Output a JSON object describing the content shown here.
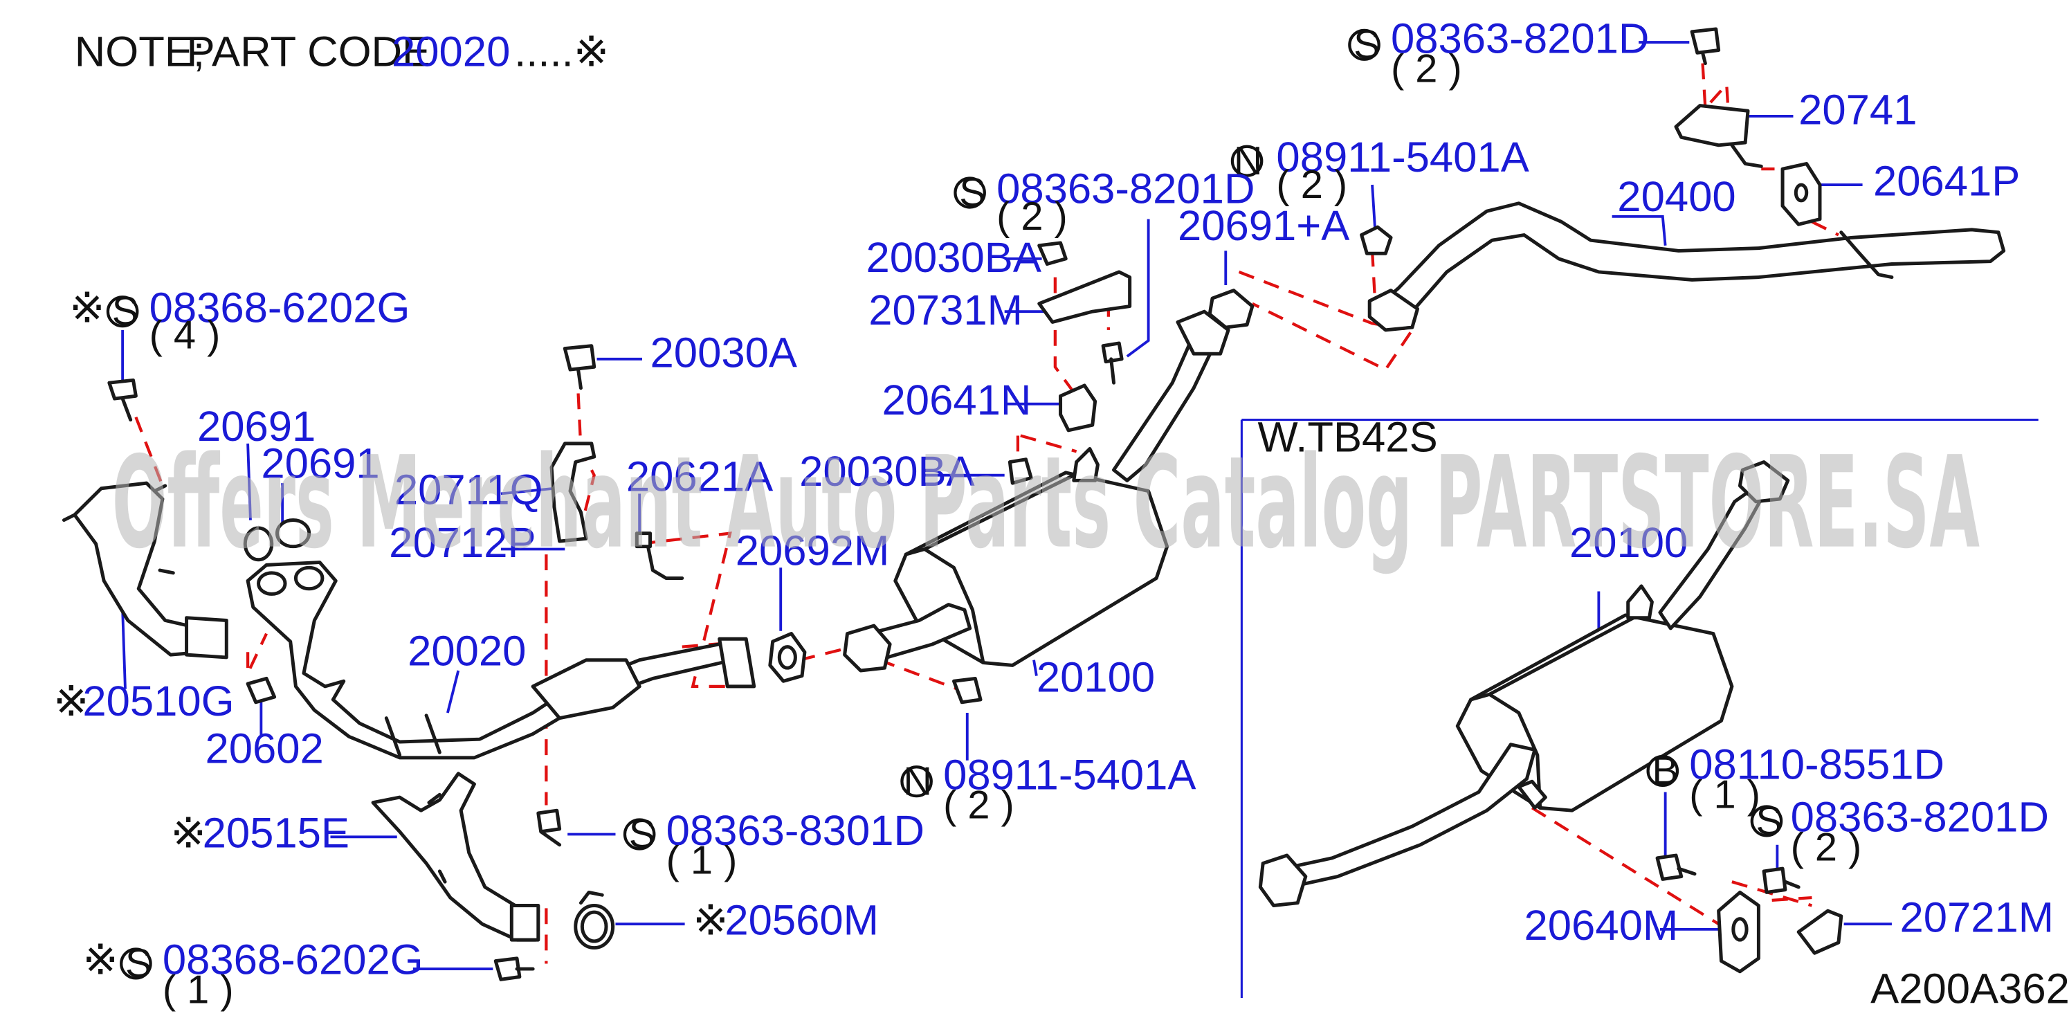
{
  "note": {
    "prefix": "NOTE;",
    "label": "PART  CODE",
    "code": "20020",
    "suffix": ".....※"
  },
  "diagram_code": "A200A362",
  "section_label": "W.TB42S",
  "watermark": "Offers Merchant Auto Parts Catalog PARTSTORE.SA",
  "colors": {
    "label": "#1a1ad6",
    "dashed": "#e01010",
    "line": "#1a1a1a"
  },
  "callouts": {
    "s_08363_8201D_top": {
      "prefix": "S",
      "part": "08363-8201D",
      "qty": "( 2 )"
    },
    "p_20741": {
      "part": "20741"
    },
    "n_08911_5401A_top": {
      "prefix": "N",
      "part": "08911-5401A",
      "qty": "( 2 )"
    },
    "p_20400": {
      "part": "20400"
    },
    "p_20641P": {
      "part": "20641P"
    },
    "s_08363_8201D_mid": {
      "prefix": "S",
      "part": "08363-8201D",
      "qty": "( 2 )"
    },
    "p_20691A": {
      "part": "20691+A"
    },
    "p_20030BA_1": {
      "part": "20030BA"
    },
    "p_20731M": {
      "part": "20731M"
    },
    "p_20641N": {
      "part": "20641N"
    },
    "p_20030BA_2": {
      "part": "20030BA"
    },
    "s_08368_6202G_top": {
      "star": "※",
      "prefix": "S",
      "part": "08368-6202G",
      "qty": "( 4 )"
    },
    "p_20030A": {
      "part": "20030A"
    },
    "p_20691_1": {
      "part": "20691"
    },
    "p_20691_2": {
      "part": "20691"
    },
    "p_20711Q": {
      "part": "20711Q"
    },
    "p_20621A": {
      "part": "20621A"
    },
    "p_20712P": {
      "part": "20712P"
    },
    "p_20692M": {
      "part": "20692M"
    },
    "p_20510G": {
      "star": "※",
      "part": "20510G"
    },
    "p_20020": {
      "part": "20020"
    },
    "p_20100": {
      "part": "20100"
    },
    "p_20602": {
      "part": "20602"
    },
    "n_08911_5401A_bot": {
      "prefix": "N",
      "part": "08911-5401A",
      "qty": "( 2 )"
    },
    "p_20515E": {
      "star": "※",
      "part": "20515E"
    },
    "s_08363_8301D": {
      "prefix": "S",
      "part": "08363-8301D",
      "qty": "( 1 )"
    },
    "p_20560M": {
      "star": "※",
      "part": "20560M"
    },
    "s_08368_6202G_bot": {
      "star": "※",
      "prefix": "S",
      "part": "08368-6202G",
      "qty": "( 1 )"
    },
    "p_20100_tb": {
      "part": "20100"
    },
    "b_08110_8551D": {
      "prefix": "B",
      "part": "08110-8551D",
      "qty": "( 1 )"
    },
    "s_08363_8201D_tb": {
      "prefix": "S",
      "part": "08363-8201D",
      "qty": "( 2 )"
    },
    "p_20640M": {
      "part": "20640M"
    },
    "p_20721M": {
      "part": "20721M"
    }
  }
}
